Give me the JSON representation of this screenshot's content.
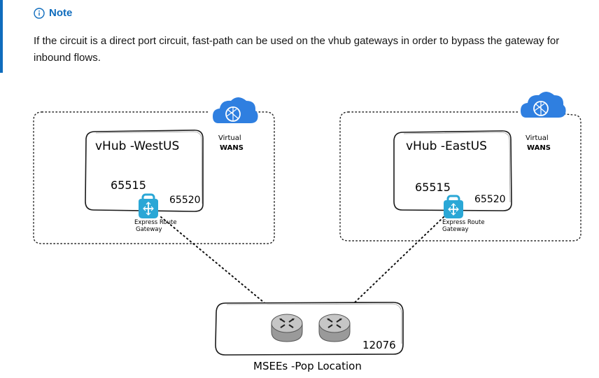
{
  "note": {
    "title": "Note",
    "icon": "info-icon",
    "text": "If the circuit is a direct port circuit, fast-path can be used on the vhub gateways in order to bypass the gateway for inbound flows."
  },
  "diagram": {
    "west": {
      "hub_label": "vHub -WestUS",
      "asn_hub": "65515",
      "asn_gateway": "65520",
      "gateway_label_line1": "Express Route",
      "gateway_label_line2": "Gateway",
      "wan_label_line1": "Virtual",
      "wan_label_line2": "WANS"
    },
    "east": {
      "hub_label": "vHub -EastUS",
      "asn_hub": "65515",
      "asn_gateway": "65520",
      "gateway_label_line1": "Express Route",
      "gateway_label_line2": "Gateway",
      "wan_label_line1": "Virtual",
      "wan_label_line2": "WANS"
    },
    "msee": {
      "asn": "12076",
      "label": "MSEEs -Pop Location"
    }
  },
  "colors": {
    "accent": "#0f6cbd",
    "cloud": "#2f7fe0",
    "gateway": "#2aa7d6",
    "router": "#a8a8a8"
  }
}
